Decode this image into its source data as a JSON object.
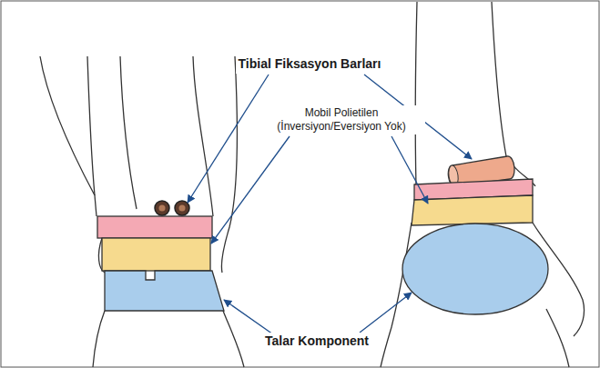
{
  "diagram": {
    "labels": [
      "Tibial Fiksasyon Barları",
      "Mobil Polietilen (İnversiyon/Eversiyon Yok)",
      "Talar Komponent"
    ]
  }
}
